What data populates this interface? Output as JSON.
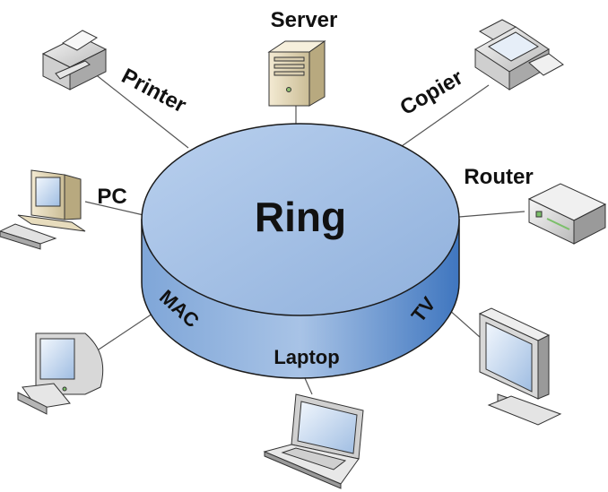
{
  "diagram": {
    "center_label": "Ring",
    "colors": {
      "disc_top": "#9fbde2",
      "disc_side": "#5b8bc9",
      "disc_outline": "#1a1a1a",
      "link_line": "#555555"
    },
    "nodes": [
      {
        "id": "server",
        "label": "Server",
        "icon": "server-tower-icon"
      },
      {
        "id": "copier",
        "label": "Copier",
        "icon": "copier-icon"
      },
      {
        "id": "router",
        "label": "Router",
        "icon": "router-icon"
      },
      {
        "id": "tv",
        "label": "TV",
        "icon": "monitor-tv-icon"
      },
      {
        "id": "laptop",
        "label": "Laptop",
        "icon": "laptop-icon"
      },
      {
        "id": "mac",
        "label": "MAC",
        "icon": "mac-computer-icon"
      },
      {
        "id": "pc",
        "label": "PC",
        "icon": "desktop-pc-icon"
      },
      {
        "id": "printer",
        "label": "Printer",
        "icon": "printer-icon"
      }
    ]
  }
}
